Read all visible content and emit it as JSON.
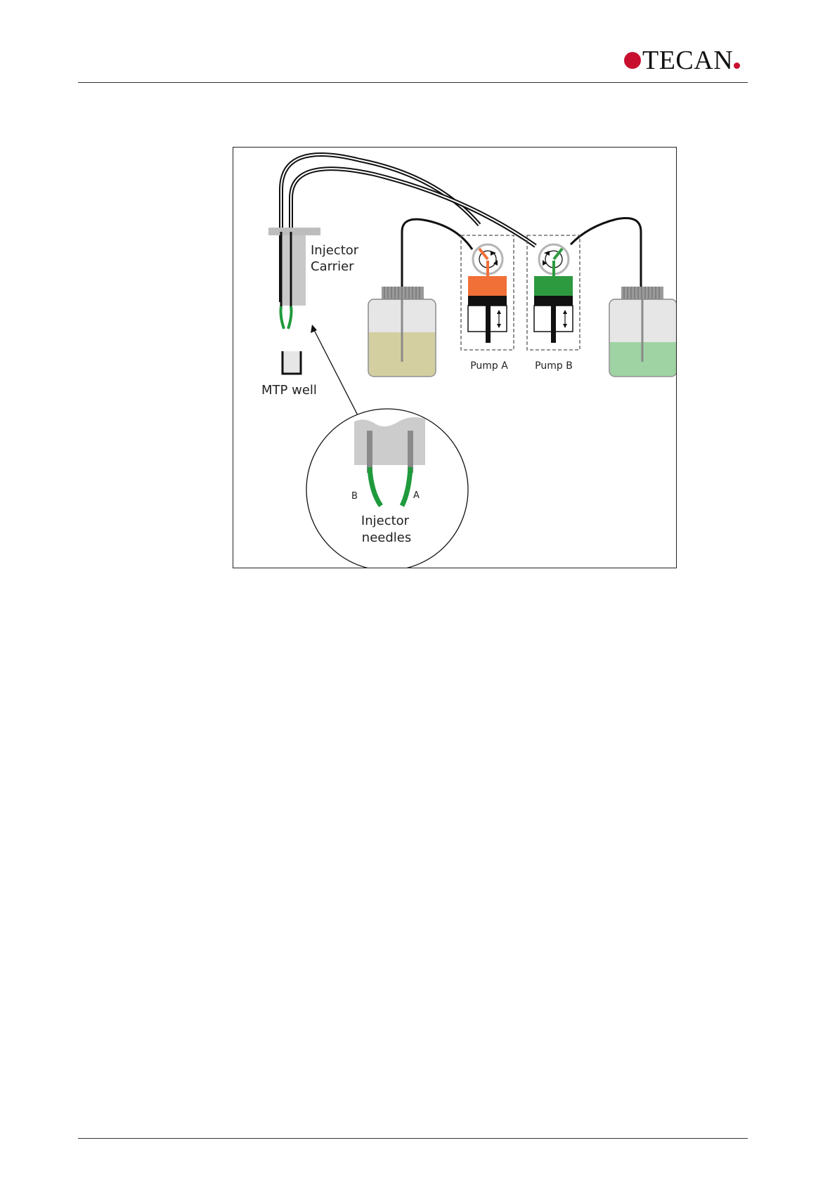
{
  "header": {
    "logo_text": "TECAN",
    "brand_color": "#c8102e"
  },
  "figure": {
    "labels": {
      "injector_carrier_line1": "Injector",
      "injector_carrier_line2": "Carrier",
      "mtp_well": "MTP well",
      "pump_a": "Pump A",
      "pump_b": "Pump B",
      "needle_b": "B",
      "needle_a": "A",
      "injector_needles_line1": "Injector",
      "injector_needles_line2": "needles"
    },
    "colors": {
      "pump_a": "#f07038",
      "pump_b": "#2e9a40",
      "needle": "#1f9a3c",
      "reagent_a": "#d4cfa0",
      "reagent_b": "#9fd3a3"
    }
  }
}
